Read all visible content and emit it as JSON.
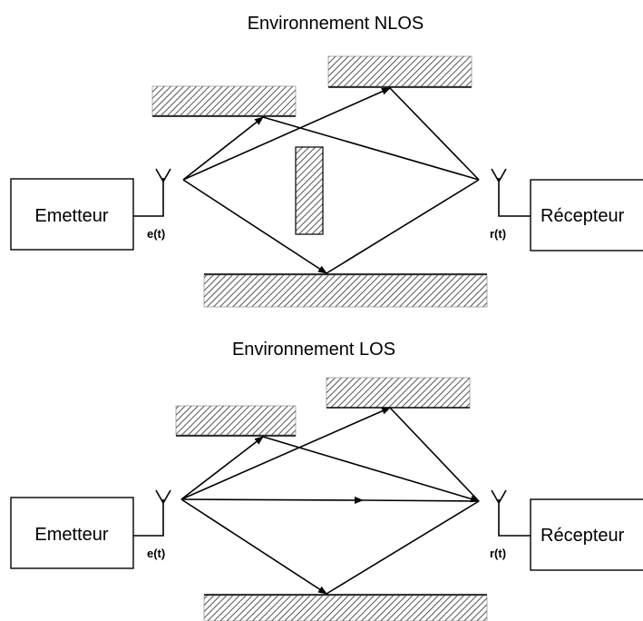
{
  "nlos": {
    "title": "Environnement NLOS",
    "transmitter_label": "Emetteur",
    "receiver_label": "Récepteur",
    "tx_signal": "e(t)",
    "rx_signal": "r(t)"
  },
  "los": {
    "title": "Environnement LOS",
    "transmitter_label": "Emetteur",
    "receiver_label": "Récepteur",
    "tx_signal": "e(t)",
    "rx_signal": "r(t)"
  },
  "colors": {
    "stroke": "#000000",
    "hatch": "#555555",
    "background": "#ffffff"
  }
}
